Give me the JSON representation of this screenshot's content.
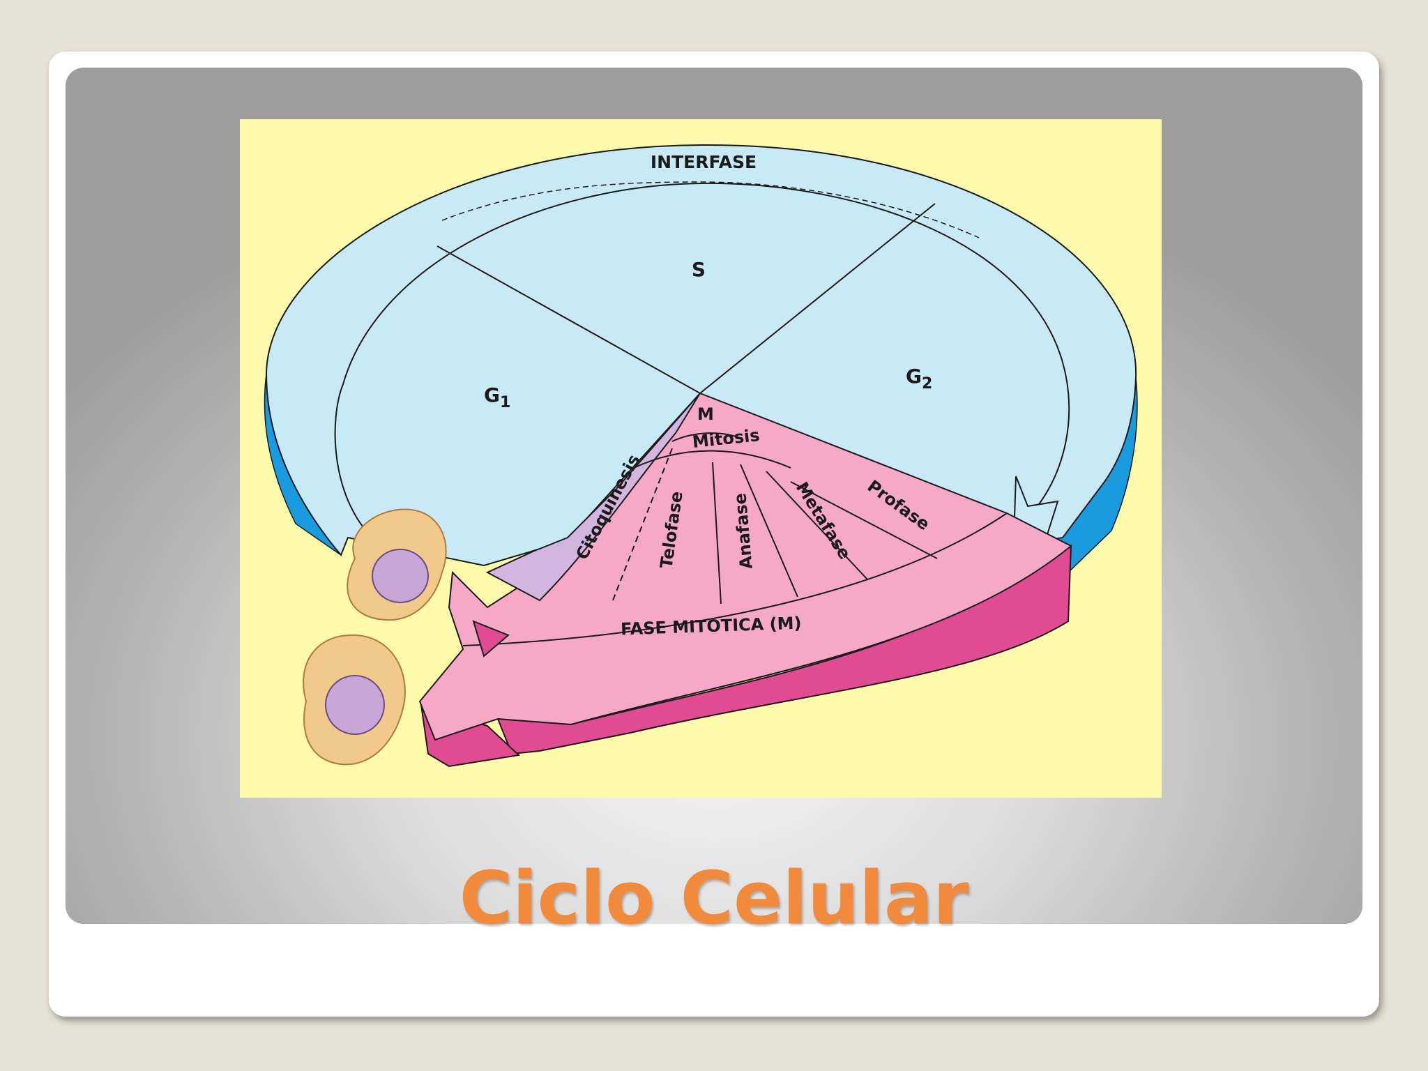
{
  "slide": {
    "title": "Ciclo Celular"
  },
  "diagram": {
    "labels": {
      "interfase": "INTERFASE",
      "s": "S",
      "g1": "G",
      "g1_sub": "1",
      "g2": "G",
      "g2_sub": "2",
      "m": "M",
      "mitosis": "Mitosis",
      "citoquinesis": "Citoquinesis",
      "telofase": "Telofase",
      "anafase": "Anafase",
      "metafase": "Metafase",
      "profase": "Profase",
      "fase_mitotica": "FASE MITOTICA (M)"
    },
    "colors": {
      "background": "#fdfbab",
      "interphase_ring": "#c8eaf6",
      "interphase_edge": "#1a9be0",
      "mitotic_top": "#f6a9c7",
      "mitotic_side": "#e04b92",
      "cytokinesis": "#d4b5e0",
      "cell_cytoplasm": "#f1c98a",
      "cell_nucleus": "#c9a6d8",
      "title": "#f28a3c"
    }
  }
}
